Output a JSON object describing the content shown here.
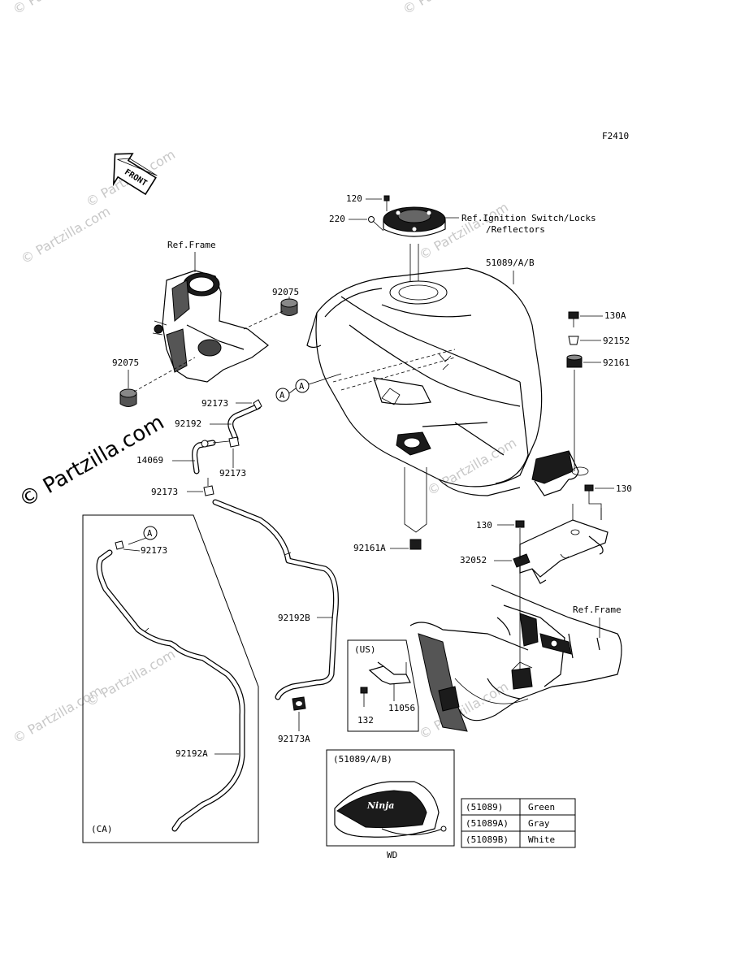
{
  "diagram_code": "F2410",
  "front_arrow_label": "FRONT",
  "watermark_big": "© Partzilla.com",
  "watermark_small": "© Partzilla.com",
  "callouts": {
    "c120": "120",
    "c220": "220",
    "ref_ignition_1": "Ref.Ignition Switch/Locks",
    "ref_ignition_2": "/Reflectors",
    "c51089": "51089/A/B",
    "ref_frame_top": "Ref.Frame",
    "c92075_top": "92075",
    "c92075_bottom": "92075",
    "c130a": "130A",
    "c92152": "92152",
    "c92161": "92161",
    "c92173_a": "92173",
    "c92192": "92192",
    "c14069": "14069",
    "c92173_b": "92173",
    "c92173_c": "92173",
    "c130_right": "130",
    "c130_mid": "130",
    "c92161a": "92161A",
    "c32052": "32052",
    "c92173_ca": "92173",
    "ref_frame_bottom": "Ref.Frame",
    "c92192b": "92192B",
    "c132": "132",
    "c11056": "11056",
    "c92173a": "92173A",
    "c92192a": "92192A",
    "marker_a": "A"
  },
  "inset_us": {
    "label": "(US)"
  },
  "inset_ca": {
    "label": "(CA)"
  },
  "inset_tank": {
    "label": "(51089/A/B)",
    "caption": "WD",
    "logo_text": "Ninja"
  },
  "color_table": [
    {
      "part": "(51089)",
      "color": "Green"
    },
    {
      "part": "(51089A)",
      "color": "Gray"
    },
    {
      "part": "(51089B)",
      "color": "White"
    }
  ]
}
